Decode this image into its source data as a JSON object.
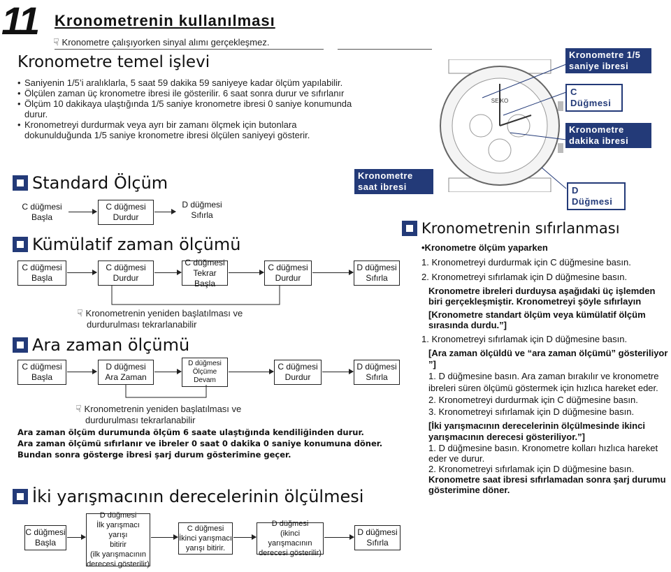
{
  "page_number": "11",
  "header": {
    "title": "Kronometrenin kullanılması",
    "note": "Kronometre çalışıyorken sinyal alımı gerçekleşmez."
  },
  "basic": {
    "title": "Kronometre temel işlevi",
    "b1": "Saniyenin 1/5’i aralıklarla, 5 saat 59 dakika 59 saniyeye kadar ölçüm yapılabilir.",
    "b2": "Ölçülen zaman üç kronometre ibresi ile gösterilir. 6 saat sonra durur ve sıfırlanır",
    "b3": "Ölçüm 10 dakikaya ulaştığında 1/5 saniye kronometre ibresi 0 saniye konumunda durur.",
    "b4": "Kronometreyi durdurmak veya ayrı bir zamanı ölçmek için butonlara dokunulduğunda 1/5 saniye kronometre ibresi ölçülen saniyeyi gösterir."
  },
  "labels": {
    "fifth": "Kronometre 1/5 saniye ibresi",
    "c_button": "C Düğmesi",
    "minute": "Kronometre dakika ibresi",
    "hour": "Kronometre saat ibresi",
    "d_button": "D Düğmesi"
  },
  "standard": {
    "title": "Standard Ölçüm",
    "s1a": "C düğmesi",
    "s1b": "Başla",
    "s2a": "C düğmesi",
    "s2b": "Durdur",
    "s3a": "D düğmesi",
    "s3b": "Sıfırla"
  },
  "cumulative": {
    "title": "Kümülatif zaman ölçümü",
    "s1a": "C düğmesi",
    "s1b": "Başla",
    "s2a": "C düğmesi",
    "s2b": "Durdur",
    "s3a": "C düğmesi",
    "s3b": "Tekrar Başla",
    "s4a": "C düğmesi",
    "s4b": "Durdur",
    "s5a": "D düğmesi",
    "s5b": "Sıfırla",
    "note1": "Kronometrenin yeniden başlatılması ve",
    "note2": "durdurulması tekrarlanabilir"
  },
  "split": {
    "title": "Ara zaman ölçümü",
    "s1a": "C düğmesi",
    "s1b": "Başla",
    "s2a": "D düğmesi",
    "s2b": "Ara Zaman",
    "s3a": "D düğmesi",
    "s3b": "Ölçüme",
    "s3c": "Devam",
    "s4a": "C düğmesi",
    "s4b": "Durdur",
    "s5a": "D düğmesi",
    "s5b": "Sıfırla",
    "note1": "Kronometrenin yeniden başlatılması ve",
    "note2": "durdurulması tekrarlanabilir",
    "p1": "Ara zaman ölçüm durumunda ölçüm 6 saate ulaştığında kendiliğinden durur.",
    "p2": "Ara zaman ölçümü sıfırlanır ve ibreler 0 saat 0 dakika 0 saniye konumuna döner.",
    "p3": "Bundan sonra gösterge ibresi şarj durum gösterimine geçer."
  },
  "two": {
    "title": "İki yarışmacının derecelerinin ölçülmesi",
    "s1a": "C düğmesi",
    "s1b": "Başla",
    "s2a": "D düğmesi",
    "s2b": "İlk yarışmacı yarışı",
    "s2c": "bitirir",
    "s2d": "(ilk yarışmacının",
    "s2e": "derecesi gösterilir)",
    "s3a": "C düğmesi",
    "s3b": "İkinci yarışmacı",
    "s3c": "yarışı bitirir.",
    "s4a": "D düğmesi",
    "s4b": "(ikinci yarışmacının",
    "s4c": "derecesi gösterilir)",
    "s5a": "D düğmesi",
    "s5b": "Sıfırla"
  },
  "reset": {
    "title": "Kronometrenin sıfırlanması",
    "r1": "•Kronometre ölçüm yaparken",
    "r2": "1. Kronometreyi durdurmak için C düğmesine basın.",
    "r3": "2. Kronometreyi sıfırlamak için D düğmesine basın.",
    "r4": "Kronometre ibreleri durduysa aşağıdaki üç işlemden biri gerçekleşmiştir. Kronometreyi şöyle sıfırlayın",
    "r5": "[Kronometre standart ölçüm veya kümülatif ölçüm sırasında durdu.”]",
    "r6": "1. Kronometreyi sıfırlamak için D düğmesine basın.",
    "r7": "[Ara zaman ölçüldü ve “ara zaman ölçümü” gösteriliyor ”]",
    "r8": "1. D düğmesine basın. Ara zaman bırakılır ve kronometre ibreleri süren ölçümü göstermek için hızlıca hareket eder.",
    "r9": "2. Kronometreyi durdurmak için C düğmesine basın.",
    "r10": "3. Kronometreyi sıfırlamak için D düğmesine basın.",
    "r11": "[İki yarışmacının derecelerinin ölçülmesinde ikinci yarışmacının derecesi gösteriliyor.”]",
    "r12": "1. D düğmesine basın. Kronometre kolları hızlıca hareket eder ve durur.",
    "r13": "2. Kronometreyi sıfırlamak için D düğmesine basın.",
    "r14": "Kronometre saat ibresi sıfırlamadan sonra şarj durumu gösterimine döner."
  },
  "watch": {
    "brand": "SEIKO"
  }
}
